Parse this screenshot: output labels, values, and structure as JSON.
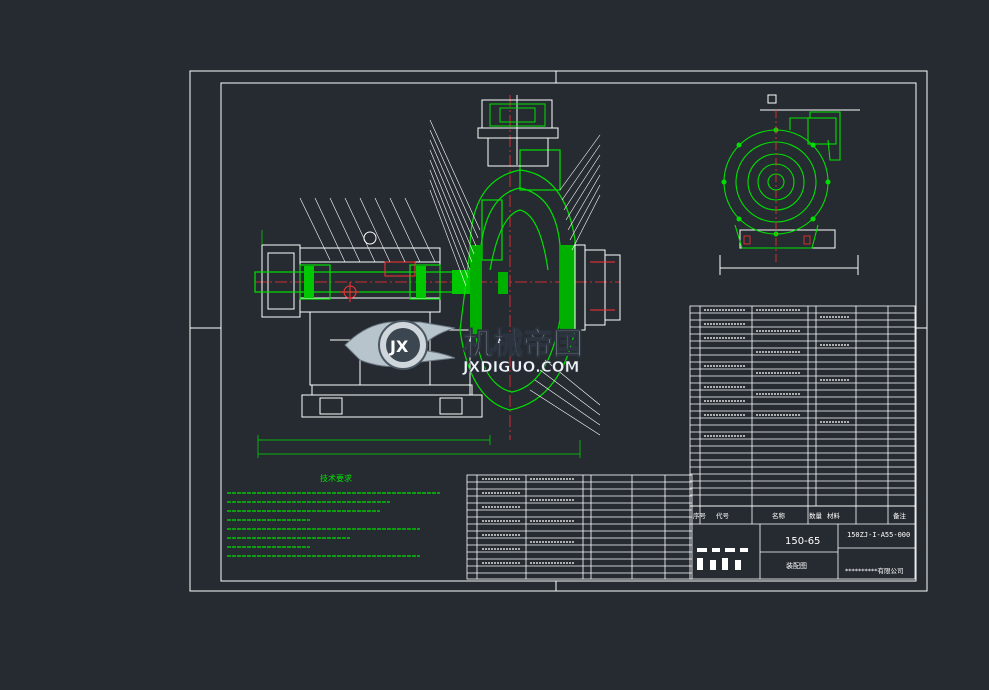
{
  "drawing": {
    "title_block": {
      "model": "150-65",
      "drawing_number": "150ZJ-I-A55-000",
      "drawing_name": "装配图",
      "company": "**********有限公司",
      "header_labels": [
        "序号",
        "代号",
        "名称",
        "数量",
        "材料",
        "备注"
      ]
    },
    "notes": {
      "heading": "技术要求"
    }
  },
  "watermark": {
    "brand": "机械帝国",
    "domain": "JXDIGUO.COM",
    "emblem_letters": "JX"
  }
}
